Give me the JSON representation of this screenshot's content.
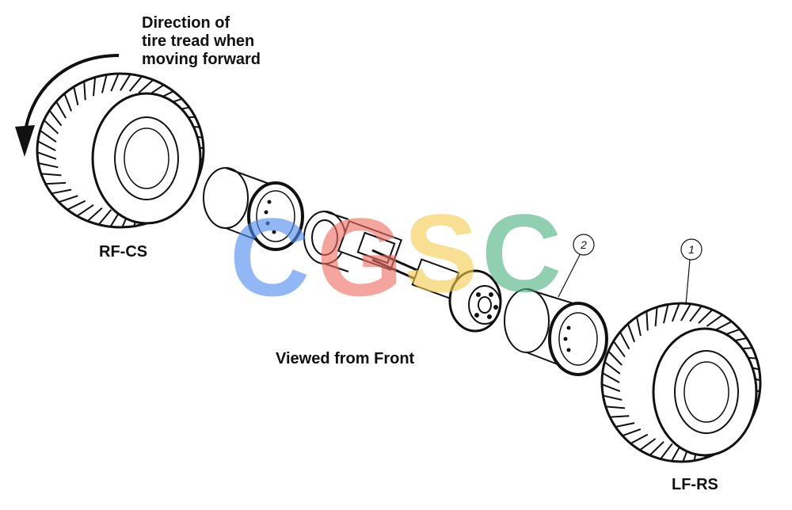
{
  "labels": {
    "direction_line1": "Direction of",
    "direction_line2": "tire tread when",
    "direction_line3": "moving forward",
    "right_front_tire": "RF-CS",
    "left_front_tire": "LF-RS",
    "view_caption": "Viewed from Front"
  },
  "callouts": {
    "rim_callout_number": "2",
    "tire_callout_number": "1"
  },
  "watermark": {
    "letters": [
      "C",
      "G",
      "S",
      "C"
    ],
    "colors": [
      "#4f8df0",
      "#ec6f64",
      "#f5cd50",
      "#4fb282"
    ]
  },
  "colors": {
    "line_art": "#111111",
    "background": "#ffffff"
  },
  "icons": {
    "rotation_arrow": "curved-arrow-icon"
  }
}
